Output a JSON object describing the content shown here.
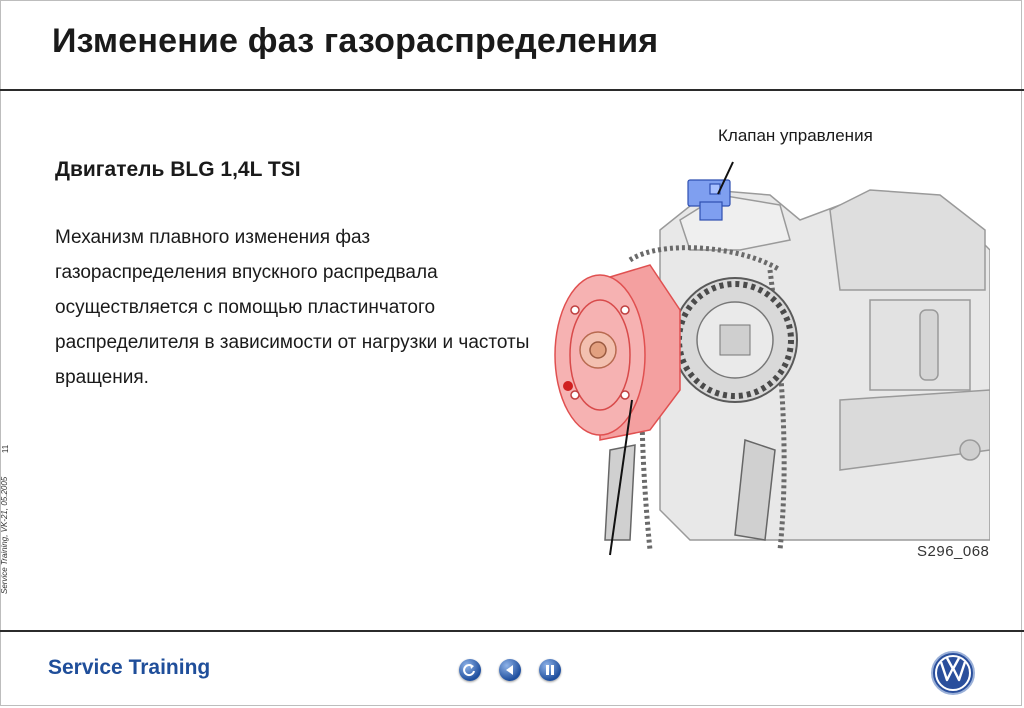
{
  "slide": {
    "title": "Изменение фаз газораспределения",
    "subtitle": "Двигатель BLG 1,4L TSI",
    "body": "Механизм плавного изменения фаз газораспределения впускного распредвала осуществляется с помощью пластинчатого распределителя в зависимости от нагрузки и частоты вращения.",
    "side_note": "Service Training, VK-21, 05.2005",
    "page_number": "11"
  },
  "figure": {
    "callout_label": "Клапан управления",
    "figure_code": "S296_068",
    "colors": {
      "phaser": "#f08080",
      "valve": "#5b7fe0",
      "engine": "#e4e4e4"
    }
  },
  "footer": {
    "brand": "Service Training",
    "nav": [
      "back-icon",
      "previous-icon",
      "pause-icon"
    ],
    "logo": "vw-logo"
  },
  "colors": {
    "brand_blue": "#1f4e9a",
    "rule": "#2b2b2b"
  }
}
